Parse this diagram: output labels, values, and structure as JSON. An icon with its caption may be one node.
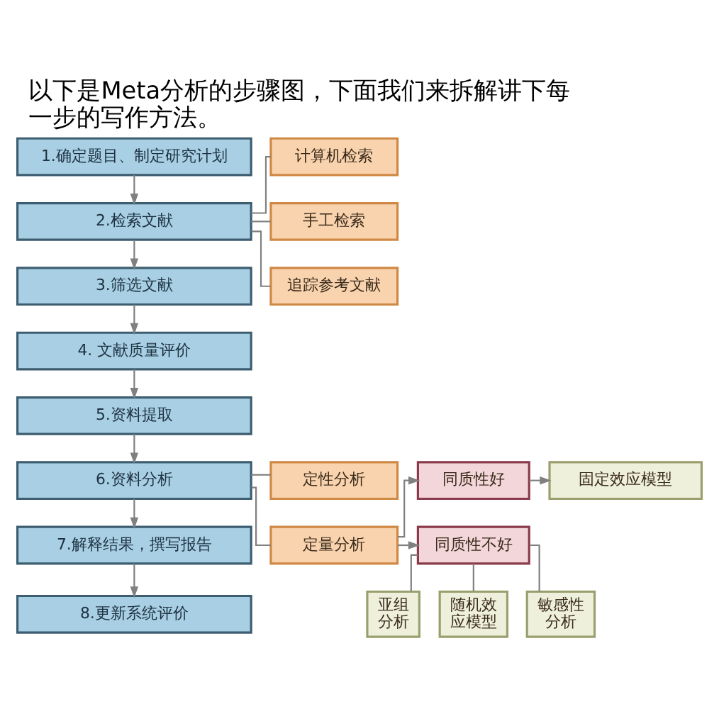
{
  "diagram": {
    "title": "以下是Meta分析的步骤图，下面我们来拆解讲下每一步的写作方法。",
    "nodes": [
      {
        "text": [
          "1.确定题目、制定研究计划"
        ]
      },
      {
        "text": [
          "2.检索文献"
        ]
      },
      {
        "text": [
          "3.筛选文献"
        ]
      },
      {
        "text": [
          "4. 文献质量评价"
        ]
      },
      {
        "text": [
          "5.资料提取"
        ]
      },
      {
        "text": [
          "6.资料分析"
        ]
      },
      {
        "text": [
          "7.解释结果，撰写报告"
        ]
      },
      {
        "text": [
          "8.更新系统评价"
        ]
      },
      {
        "text": [
          "计算机检索"
        ]
      },
      {
        "text": [
          "手工检索"
        ]
      },
      {
        "text": [
          "追踪参考文献"
        ]
      },
      {
        "text": [
          "定性分析"
        ]
      },
      {
        "text": [
          "定量分析"
        ]
      },
      {
        "text": [
          "同质性好"
        ]
      },
      {
        "text": [
          "同质性不好"
        ]
      },
      {
        "text": [
          "固定效应模型"
        ]
      },
      {
        "text": [
          "亚组分析"
        ]
      },
      {
        "text": [
          "随机效应模型"
        ]
      },
      {
        "text": [
          "敏感性分析"
        ]
      }
    ],
    "edges": [
      {
        "from": 0,
        "to": 1,
        "arrow": "to"
      },
      {
        "from": 1,
        "to": 2,
        "arrow": "to"
      },
      {
        "from": 2,
        "to": 3,
        "arrow": "to"
      },
      {
        "from": 3,
        "to": 4,
        "arrow": "to"
      },
      {
        "from": 4,
        "to": 5,
        "arrow": "to"
      },
      {
        "from": 5,
        "to": 6,
        "arrow": "to"
      },
      {
        "from": 6,
        "to": 7,
        "arrow": "to"
      },
      {
        "from": 1,
        "to": 8,
        "arrow": "none"
      },
      {
        "from": 1,
        "to": 9,
        "arrow": "none"
      },
      {
        "from": 1,
        "to": 10,
        "arrow": "none"
      },
      {
        "from": 5,
        "to": 11,
        "arrow": "none"
      },
      {
        "from": 5,
        "to": 12,
        "arrow": "none"
      },
      {
        "from": 12,
        "to": 13,
        "arrow": "to"
      },
      {
        "from": 12,
        "to": 14,
        "arrow": "to"
      },
      {
        "from": 13,
        "to": 15,
        "arrow": "to"
      },
      {
        "from": 14,
        "to": 16,
        "arrow": "none"
      },
      {
        "from": 14,
        "to": 17,
        "arrow": "none"
      },
      {
        "from": 14,
        "to": 18,
        "arrow": "none"
      }
    ]
  }
}
